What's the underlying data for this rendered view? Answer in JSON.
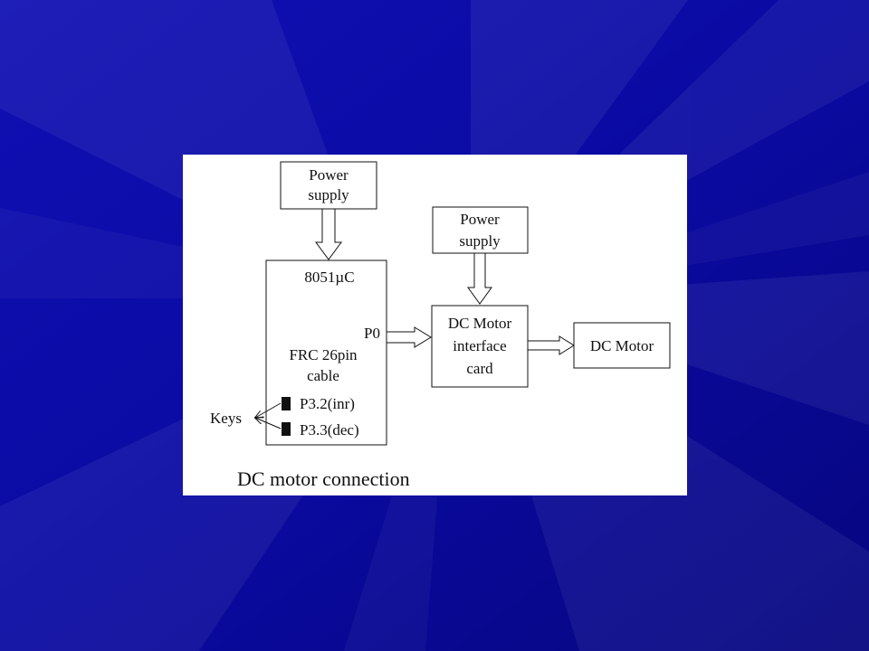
{
  "diagram": {
    "power_supply_top": [
      "Power",
      "supply"
    ],
    "power_supply_right": [
      "Power",
      "supply"
    ],
    "microcontroller": {
      "title": "8051µC",
      "port_label": "P0",
      "cable_label": [
        "FRC 26pin",
        "cable"
      ],
      "pin_inc": "P3.2(inr)",
      "pin_dec": "P3.3(dec)"
    },
    "keys_label": "Keys",
    "interface_card": [
      "DC Motor",
      "interface",
      "card"
    ],
    "motor": "DC Motor",
    "caption": "DC motor connection"
  },
  "colors": {
    "background": "#0a0a9e",
    "card": "#ffffff",
    "ink": "#111111"
  }
}
